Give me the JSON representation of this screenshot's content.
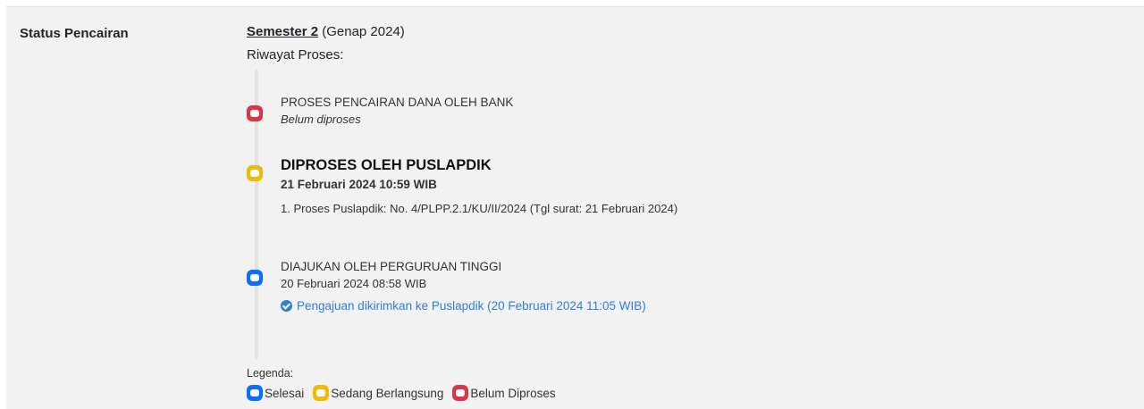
{
  "row_label": "Status Pencairan",
  "semester": {
    "link": "Semester 2",
    "period": " (Genap 2024)"
  },
  "history_title": "Riwayat Proses:",
  "steps": [
    {
      "title": "PROSES PENCAIRAN DANA OLEH BANK",
      "subtitle": "Belum diproses",
      "status": "red"
    },
    {
      "title": "DIPROSES OLEH PUSLAPDIK",
      "subtitle": "21 Februari 2024 10:59 WIB",
      "detail": "1. Proses Puslapdik: No. 4/PLPP.2.1/KU/II/2024 (Tgl surat: 21 Februari 2024)",
      "status": "yellow"
    },
    {
      "title": "DIAJUKAN OLEH PERGURUAN TINGGI",
      "subtitle": "20 Februari 2024 08:58 WIB",
      "link": "Pengajuan dikirimkan ke Puslapdik (20 Februari 2024 11:05 WIB)",
      "status": "blue"
    }
  ],
  "legend": {
    "title": "Legenda:",
    "items": [
      "Selesai",
      "Sedang Berlangsung",
      "Belum Diproses"
    ]
  },
  "colors": {
    "done": "#0d6efd",
    "in_progress": "#f0b90b",
    "pending": "#dc3545",
    "link": "#2f7ed8"
  }
}
